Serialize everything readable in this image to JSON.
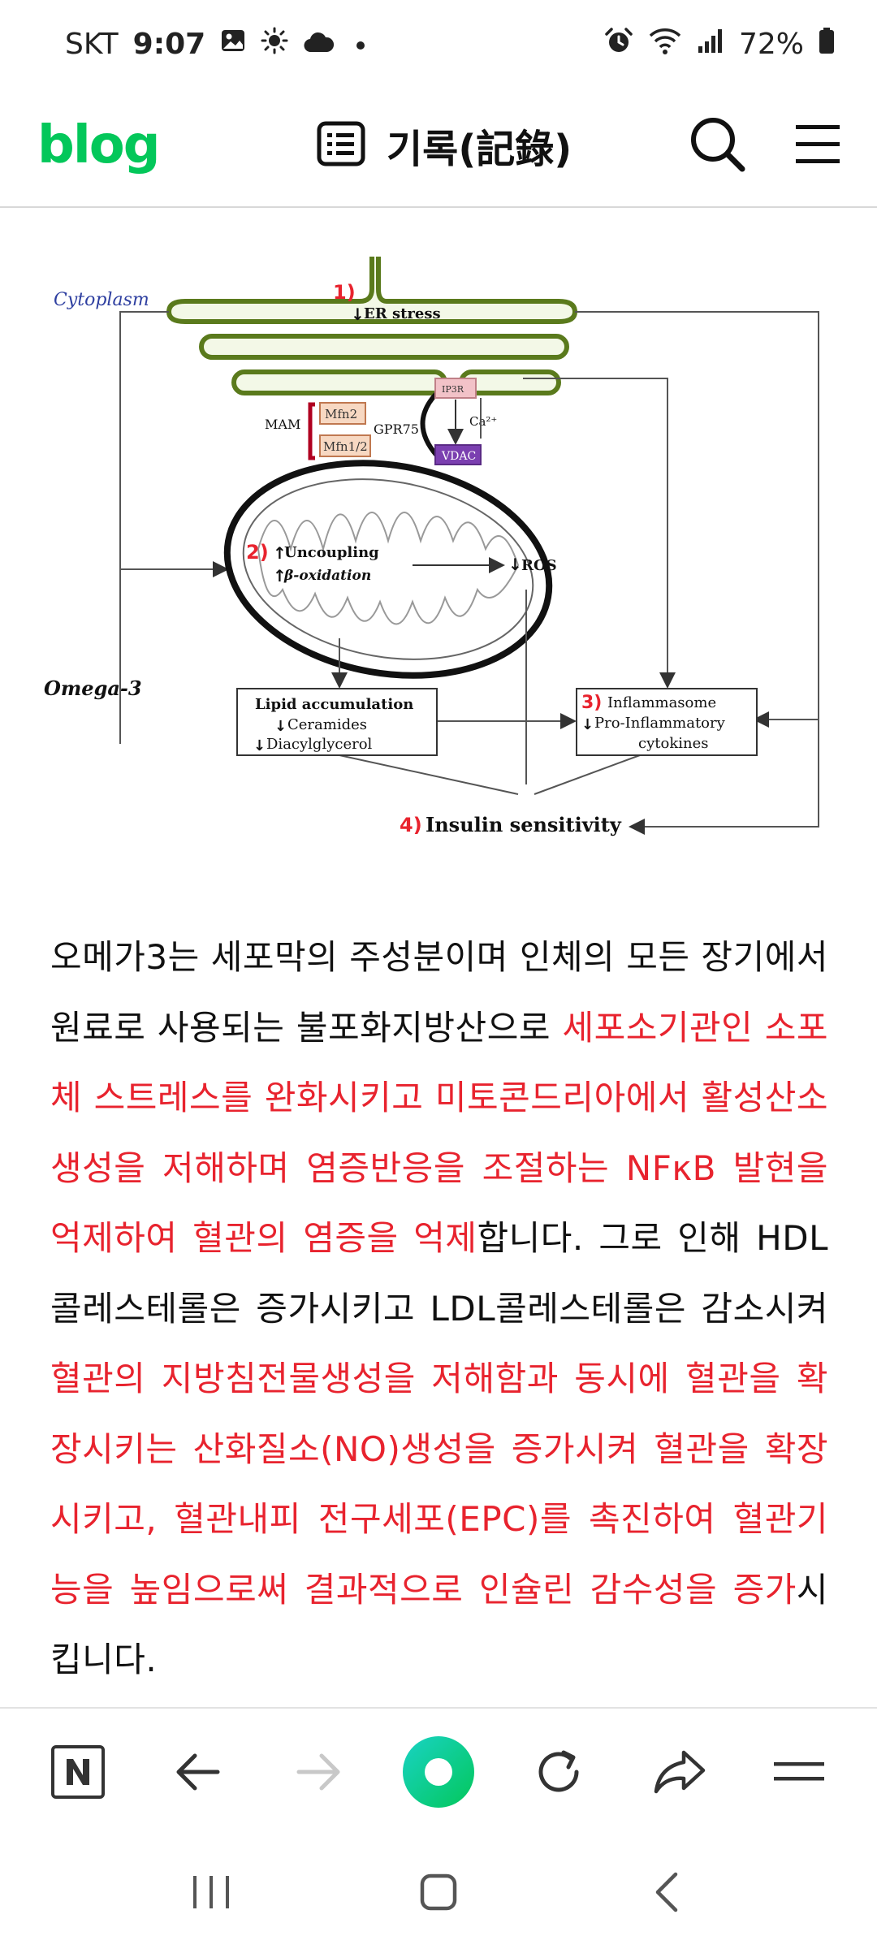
{
  "status_bar": {
    "carrier": "SKT",
    "time": "9:07",
    "battery": "72%",
    "icons_left": [
      "gallery-icon",
      "sun-icon",
      "cloud-icon",
      "dot-icon"
    ],
    "icons_right": [
      "alarm-icon",
      "wifi-icon",
      "signal-icon",
      "battery-icon"
    ]
  },
  "header": {
    "brand": "blog",
    "title": "기록(記錄)",
    "brand_color": "#03c75a"
  },
  "diagram": {
    "cytoplasm_label": "Cytoplasm",
    "er_label_num": "1)",
    "er_label": "ER stress",
    "mam": "MAM",
    "mfn2": "Mfn2",
    "mfn12": "Mfn1/2",
    "gpr75": "GPR75",
    "ip3r": "IP3R",
    "ca": "Ca²⁺",
    "vdac": "VDAC",
    "mito_num": "2)",
    "uncoupling": "Uncoupling",
    "beta_oxidation": "β-oxidation",
    "ros": "ROS",
    "omega3": "Omega-3",
    "lipid_title": "Lipid accumulation",
    "ceramides": "Ceramides",
    "diacylglycerol": "Diacylglycerol",
    "inflam_num": "3)",
    "inflammasome": "Inflammasome",
    "pro_inflammatory": "Pro-Inflammatory",
    "cytokines": "cytokines",
    "insulin_num": "4)",
    "insulin": "Insulin sensitivity"
  },
  "article": {
    "p1_a": "오메가3는 세포막의 주성분이며 인체의 모든 장기에서 원료로 사용되는 불포화지방산으로 ",
    "p1_b": "세포소기관인 소포체 스트레스를 완화시키고 미토콘드리아에서 활성산소생성을 저해하며 염증반응을 조절하는 NFκB 발현을 억제하여 혈관의 염증을 억제",
    "p1_c": "합니다. 그로 인해 HDL콜레스테롤은 증가시키고 LDL콜레스테롤은 감소시켜 ",
    "p1_d": "혈관의 지방침전물생성을 저해함과 동시에 혈관을 확장시키는 산화질소(NO)생성을 증가시켜 혈관을 확장시키고, 혈관내피 전구세포(EPC)를 촉진하여 혈관기능을 높임으로써 결과적으로 인슐린 감수성을 증가",
    "p1_e": "시킵니다.",
    "highlight_color": "#e8232e"
  },
  "toolbar": {
    "items": [
      "naver-home",
      "back",
      "forward",
      "green-dot",
      "refresh",
      "share",
      "menu"
    ]
  },
  "system_nav": {
    "items": [
      "recents",
      "home",
      "back"
    ]
  }
}
